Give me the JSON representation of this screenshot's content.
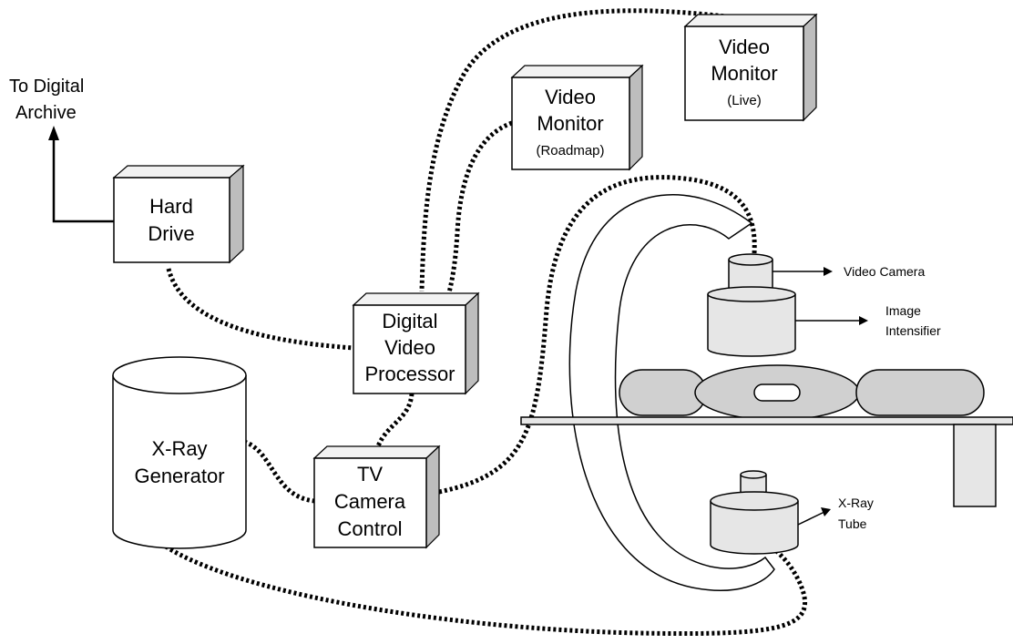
{
  "labels": {
    "archive_line1": "To Digital",
    "archive_line2": "Archive",
    "hard_drive_line1": "Hard",
    "hard_drive_line2": "Drive",
    "dvp_line1": "Digital",
    "dvp_line2": "Video",
    "dvp_line3": "Processor",
    "xray_gen_line1": "X-Ray",
    "xray_gen_line2": "Generator",
    "tvcc_line1": "TV",
    "tvcc_line2": "Camera",
    "tvcc_line3": "Control",
    "monitor_roadmap_line1": "Video",
    "monitor_roadmap_line2": "Monitor",
    "monitor_roadmap_sub": "(Roadmap)",
    "monitor_live_line1": "Video",
    "monitor_live_line2": "Monitor",
    "monitor_live_sub": "(Live)",
    "video_camera": "Video Camera",
    "image_intensifier_line1": "Image",
    "image_intensifier_line2": "Intensifier",
    "xray_tube_line1": "X-Ray",
    "xray_tube_line2": "Tube"
  }
}
